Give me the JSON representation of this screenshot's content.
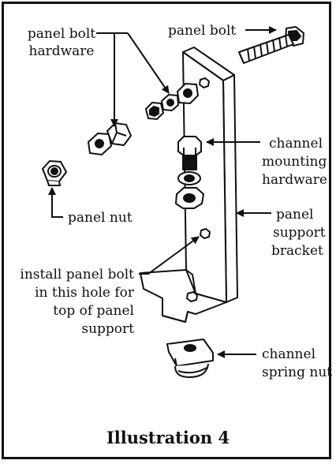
{
  "labels": {
    "panel_bolt_hardware": [
      "panel bolt",
      "hardware"
    ],
    "panel_bolt": "panel bolt",
    "channel_mounting_hardware": [
      "channel",
      "mounting",
      "hardware"
    ],
    "panel_nut": "panel nut",
    "panel_support_bracket": [
      "panel",
      "support",
      "bracket"
    ],
    "install_note": [
      "install panel bolt",
      "in this hole for",
      "top of panel",
      "support"
    ],
    "channel_spring_nut": [
      "channel",
      "spring nut"
    ]
  },
  "caption": "Illustration 4",
  "colors": {
    "line": "#111111",
    "background": "#ffffff"
  }
}
